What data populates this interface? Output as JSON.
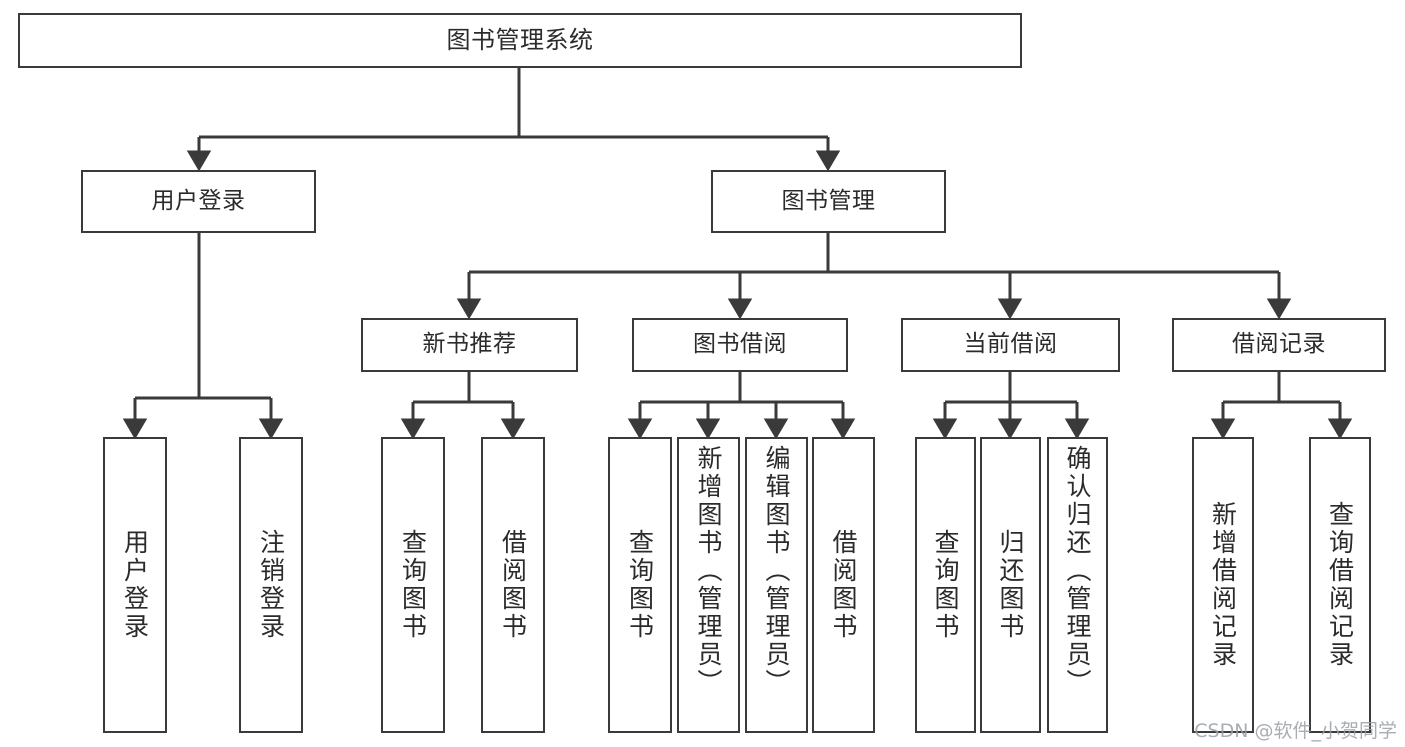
{
  "diagram": {
    "type": "tree",
    "title": "图书管理系统",
    "root": {
      "label": "图书管理系统"
    },
    "level2": [
      {
        "label": "用户登录"
      },
      {
        "label": "图书管理"
      }
    ],
    "level3": [
      {
        "label": "新书推荐"
      },
      {
        "label": "图书借阅"
      },
      {
        "label": "当前借阅"
      },
      {
        "label": "借阅记录"
      }
    ],
    "leaves": {
      "user_login": [
        {
          "label": "用户登录"
        },
        {
          "label": "注销登录"
        }
      ],
      "new_book_recommend": [
        {
          "label": "查询图书"
        },
        {
          "label": "借阅图书"
        }
      ],
      "book_borrow": [
        {
          "label": "查询图书"
        },
        {
          "label": "新增图书（管理员）"
        },
        {
          "label": "编辑图书（管理员）"
        },
        {
          "label": "借阅图书"
        }
      ],
      "current_borrow": [
        {
          "label": "查询图书"
        },
        {
          "label": "归还图书"
        },
        {
          "label": "确认归还（管理员）"
        }
      ],
      "borrow_record": [
        {
          "label": "新增借阅记录"
        },
        {
          "label": "查询借阅记录"
        }
      ]
    }
  },
  "watermark": {
    "text": "CSDN @软件_小贺同学"
  },
  "colors": {
    "stroke": "#3a3a3a",
    "text": "#2b2b2b",
    "background": "#ffffff",
    "watermark": "#9aa0a6"
  }
}
